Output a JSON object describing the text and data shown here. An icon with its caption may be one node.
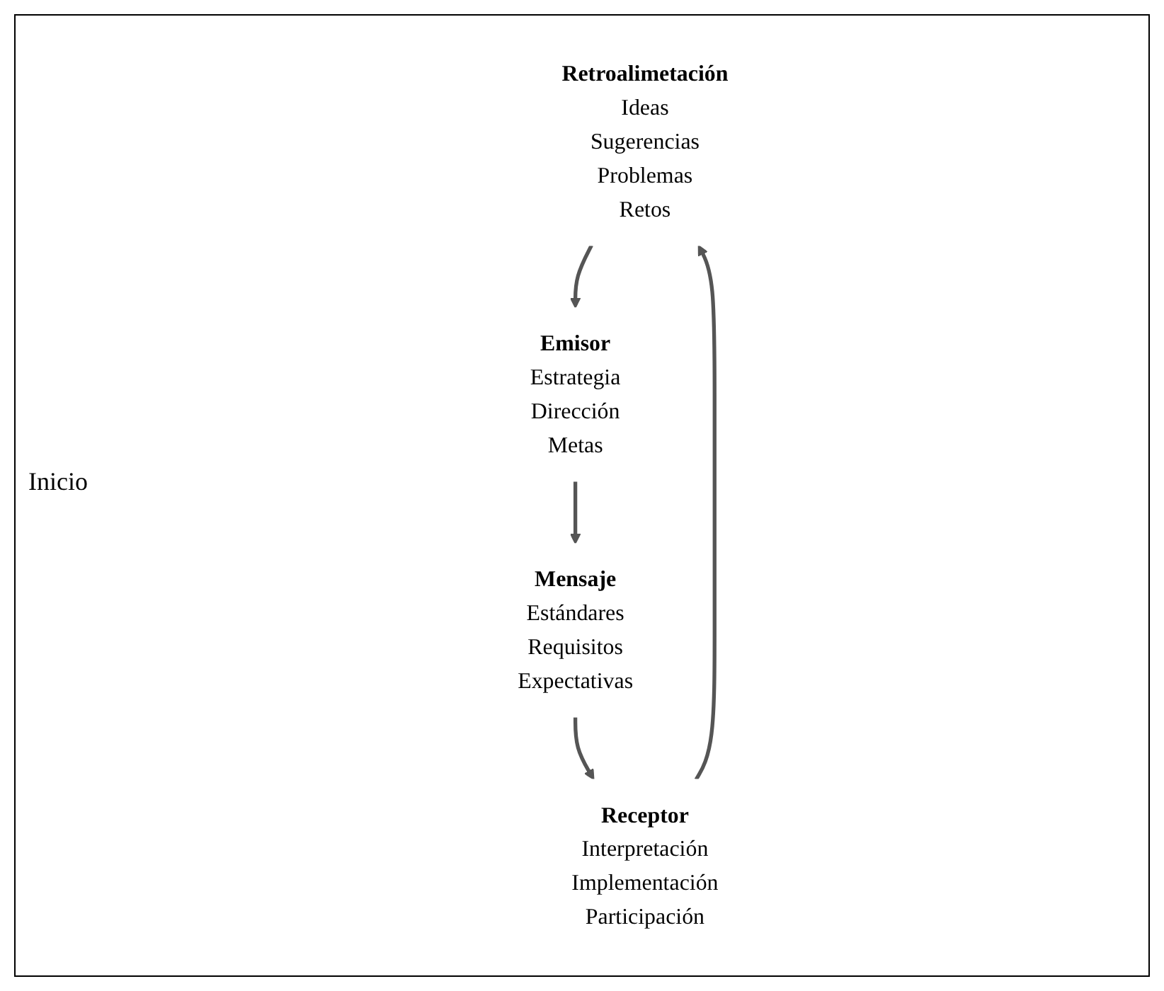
{
  "diagram": {
    "nodes": [
      {
        "text": [
          "Retroalimetación",
          "Ideas",
          "Sugerencias",
          "Problemas",
          "Retos"
        ]
      },
      {
        "text": [
          "Emisor",
          "Estrategia",
          "Dirección",
          "Metas"
        ]
      },
      {
        "text": [
          "Receptor",
          "Interpretación",
          "Implementación",
          "Participación"
        ]
      },
      {
        "text": [
          "Mensaje",
          "Estándares",
          "Requisitos",
          "Expectativas"
        ]
      }
    ],
    "edges": [
      {
        "from": 1,
        "to": 3,
        "arrow": "to"
      },
      {
        "from": 3,
        "to": 2,
        "arrow": "to"
      },
      {
        "from": 2,
        "to": 0,
        "arrow": "to"
      },
      {
        "from": 0,
        "to": 1,
        "arrow": "to"
      }
    ],
    "labels": [
      "Inicio"
    ]
  }
}
